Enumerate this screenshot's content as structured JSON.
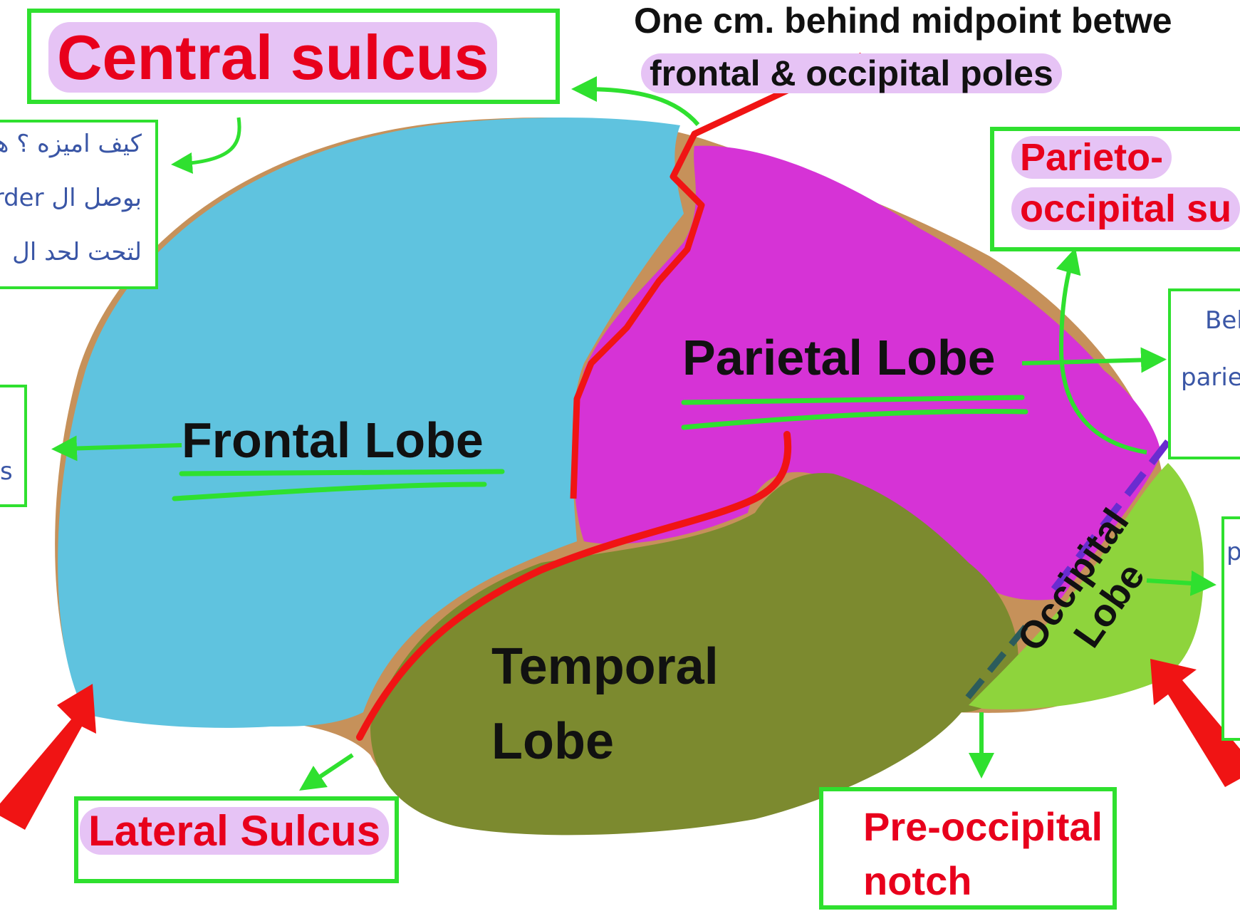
{
  "labels": {
    "central_sulcus": "Central sulcus",
    "central_note_line1": "One cm. behind midpoint betwe",
    "central_note_line2": "frontal & occipital poles",
    "parieto_occipital_line1": "Parieto-",
    "parieto_occipital_line2": "occipital su",
    "parietal_lobe": "Parietal Lobe",
    "frontal_lobe": "Frontal Lobe",
    "temporal_lobe_line1": "Temporal",
    "temporal_lobe_line2": "Lobe",
    "occipital_lobe_line1": "Occipital",
    "occipital_lobe_line2": "Lobe",
    "lateral_sulcus": "Lateral Sulcus",
    "pre_occipital_line1": "Pre-occipital",
    "pre_occipital_line2": "notch"
  },
  "notes": {
    "left_note_line1": "كيف اميزه ؟ هـ",
    "left_note_line2": "بوصل ال rder",
    "left_note_line3": "لتحت لحد ال",
    "left_box2_fragment": "s",
    "right_note_line1": "Bel",
    "right_note_line2": "parie",
    "right_box2_fragment": "p"
  },
  "colors": {
    "frontal": "#5fc3df",
    "parietal": "#d633d6",
    "temporal": "#7c8a2f",
    "occipital": "#8ed43c",
    "brain_base": "#c6915a",
    "sulcus_line": "#f01414",
    "annotation_green": "#2fe02f",
    "highlight": "#e6c3f5",
    "box_border": "#2fe02f"
  }
}
